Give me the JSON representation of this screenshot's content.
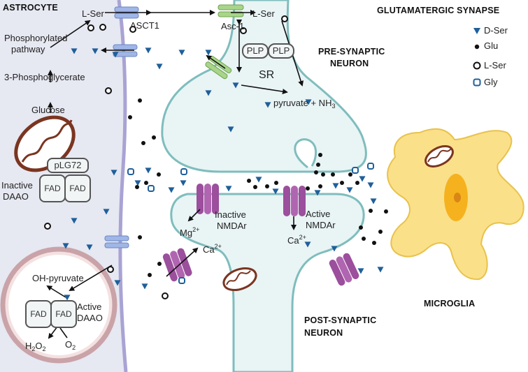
{
  "title": "GLUTAMATERGIC SYNAPSE",
  "regions": {
    "astrocyte": "ASTROCYTE",
    "pre_synaptic": [
      "PRE-SYNAPTIC",
      "NEURON"
    ],
    "post_synaptic": [
      "POST-SYNAPTIC",
      "NEURON"
    ],
    "microglia": "MICROGLIA"
  },
  "legend": [
    {
      "label": "D-Ser",
      "symbol": "triangle",
      "color": "#1f5f9a"
    },
    {
      "label": "Glu",
      "symbol": "dot",
      "color": "#111111"
    },
    {
      "label": "L-Ser",
      "symbol": "ring",
      "color": "#111111"
    },
    {
      "label": "Gly",
      "symbol": "rounded-square",
      "color": "#1f5f9a"
    }
  ],
  "astrocyte_labels": {
    "l_ser": "L-Ser",
    "asct1": "ASCT1",
    "phosphorylated": [
      "Phosphorylated",
      "pathway"
    ],
    "phosphoglycerate": "3-Phosphoglycerate",
    "glucose": "Glucose",
    "plg72": "pLG72",
    "fad": "FAD",
    "inactive_daao": [
      "Inactive",
      "DAAO"
    ],
    "oh_pyruvate": "OH-pyruvate",
    "active_daao": [
      "Active",
      "DAAO"
    ],
    "h2o2": {
      "base": "H",
      "sub1": "2",
      "mid": "O",
      "sub2": "2"
    },
    "o2": {
      "base": "O",
      "sub": "2"
    }
  },
  "neuron_labels": {
    "l_ser": "L-Ser",
    "asc1": "Asc-1",
    "plp": "PLP",
    "sr": "SR",
    "pyruvate": {
      "text": "pyruvate + NH",
      "sub": "3"
    },
    "mg": {
      "base": "Mg",
      "sup": "2+"
    },
    "ca_left": {
      "base": "Ca",
      "sup": "2+"
    },
    "ca_mid": {
      "base": "Ca",
      "sup": "2+"
    },
    "inactive_nmdar": [
      "Inactive",
      "NMDAr"
    ],
    "active_nmdar": [
      "Active",
      "NMDAr"
    ]
  },
  "colors": {
    "astrocyte_fill": "#e6e8f2",
    "astrocyte_membrane": "#a9a3d4",
    "neuron_fill": "#e9f4f5",
    "neuron_membrane": "#7fbdbd",
    "microglia_fill": "#fbe08a",
    "mito": "#7a3520",
    "transporter_blue": "#9fb6e6",
    "transporter_green": "#a8d58a",
    "nmdar": "#9b4f9c",
    "vesicle_ring": "#c9a3a8"
  }
}
